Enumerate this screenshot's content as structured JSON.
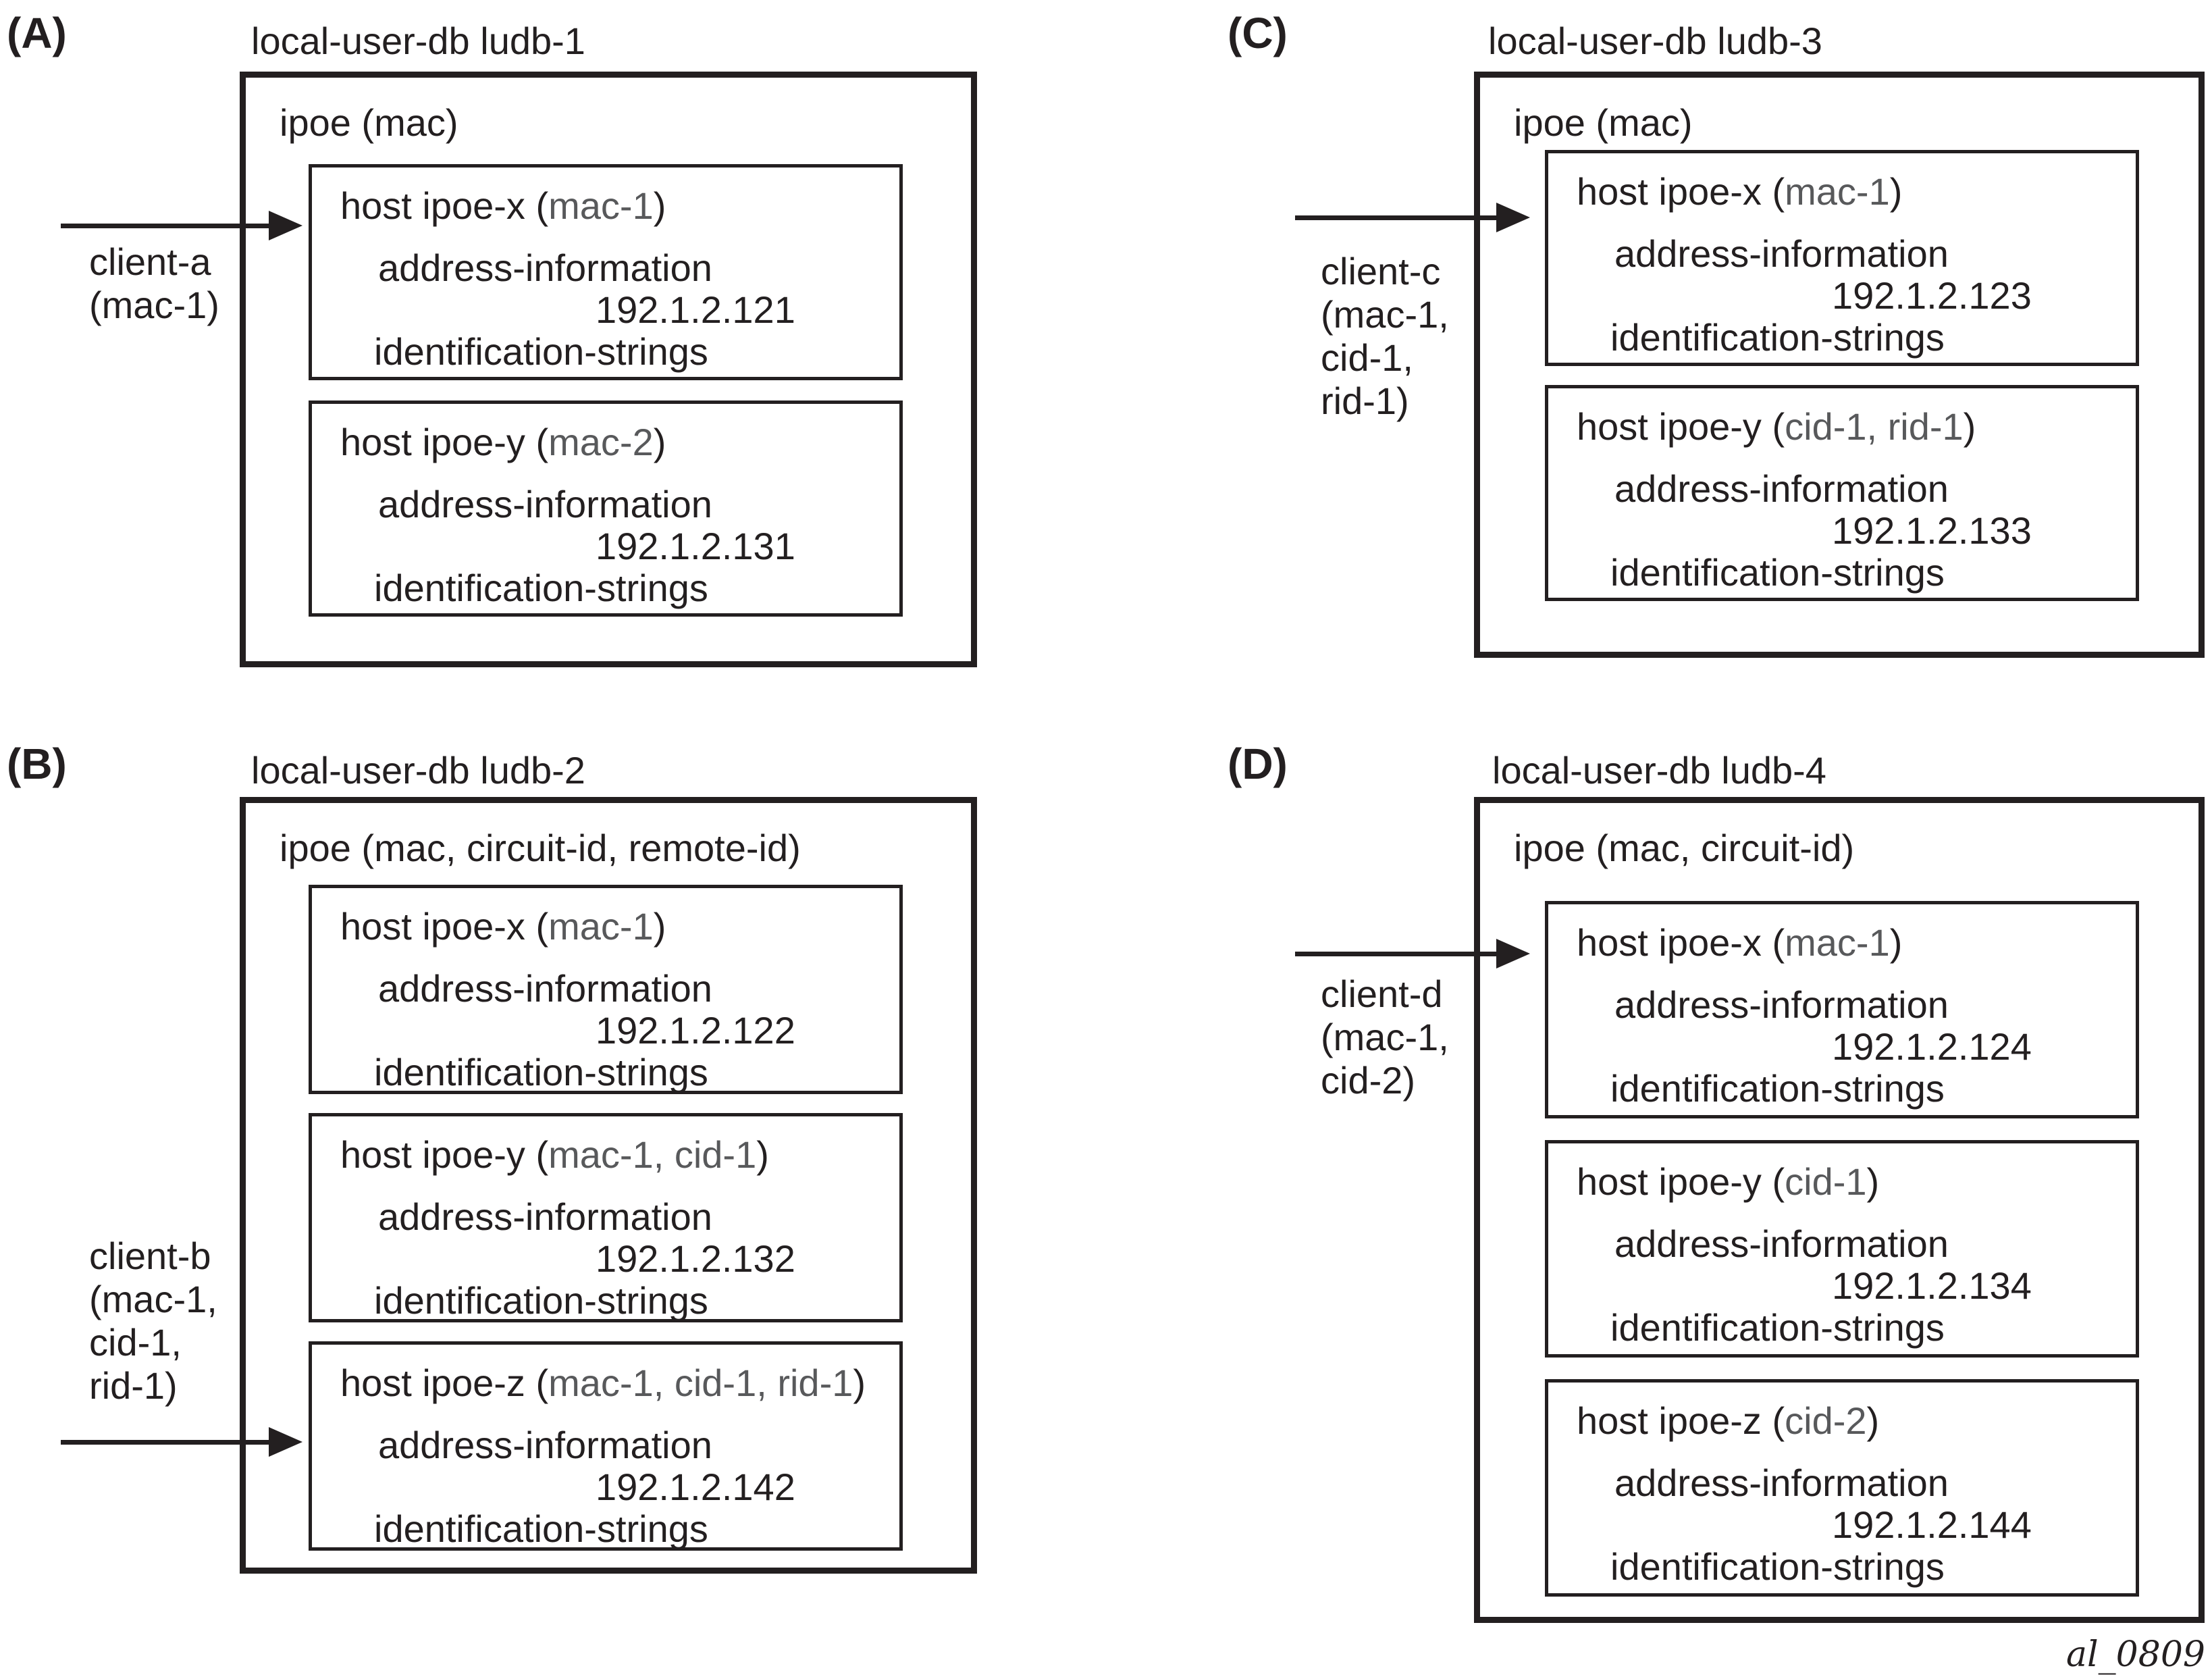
{
  "figure_code": "al_0809",
  "colors": {
    "ink": "#231f20",
    "muted": "#58595b"
  },
  "panels": [
    {
      "label": "(A)",
      "title": "local-user-db ludb-1",
      "ipoe": "ipoe (mac)",
      "client": {
        "lines": [
          "client-a",
          "(mac-1)"
        ]
      },
      "hosts": [
        {
          "prefix": "host ipoe-x (",
          "criteria": "mac-1",
          "suffix": ")",
          "addr": "address-information",
          "ip": "192.1.2.121",
          "ids": "identification-strings"
        },
        {
          "prefix": "host ipoe-y (",
          "criteria": "mac-2",
          "suffix": ")",
          "addr": "address-information",
          "ip": "192.1.2.131",
          "ids": "identification-strings"
        }
      ]
    },
    {
      "label": "(B)",
      "title": "local-user-db ludb-2",
      "ipoe": "ipoe (mac, circuit-id, remote-id)",
      "client": {
        "lines": [
          "client-b",
          "(mac-1,",
          "cid-1,",
          "rid-1)"
        ]
      },
      "hosts": [
        {
          "prefix": "host ipoe-x (",
          "criteria": "mac-1",
          "suffix": ")",
          "addr": "address-information",
          "ip": "192.1.2.122",
          "ids": "identification-strings"
        },
        {
          "prefix": "host ipoe-y (",
          "criteria": "mac-1, cid-1",
          "suffix": ")",
          "addr": "address-information",
          "ip": "192.1.2.132",
          "ids": "identification-strings"
        },
        {
          "prefix": "host ipoe-z (",
          "criteria": "mac-1, cid-1, rid-1",
          "suffix": ")",
          "addr": "address-information",
          "ip": "192.1.2.142",
          "ids": "identification-strings"
        }
      ]
    },
    {
      "label": "(C)",
      "title": "local-user-db ludb-3",
      "ipoe": "ipoe (mac)",
      "client": {
        "lines": [
          "client-c",
          "(mac-1,",
          "cid-1,",
          "rid-1)"
        ]
      },
      "hosts": [
        {
          "prefix": "host ipoe-x (",
          "criteria": "mac-1",
          "suffix": ")",
          "addr": "address-information",
          "ip": "192.1.2.123",
          "ids": "identification-strings"
        },
        {
          "prefix": "host ipoe-y (",
          "criteria": "cid-1, rid-1",
          "suffix": ")",
          "addr": "address-information",
          "ip": "192.1.2.133",
          "ids": "identification-strings"
        }
      ]
    },
    {
      "label": "(D)",
      "title": "local-user-db ludb-4",
      "ipoe": "ipoe (mac, circuit-id)",
      "client": {
        "lines": [
          "client-d",
          "(mac-1,",
          "cid-2)"
        ]
      },
      "hosts": [
        {
          "prefix": "host ipoe-x (",
          "criteria": "mac-1",
          "suffix": ")",
          "addr": "address-information",
          "ip": "192.1.2.124",
          "ids": "identification-strings"
        },
        {
          "prefix": "host ipoe-y (",
          "criteria": "cid-1",
          "suffix": ")",
          "addr": "address-information",
          "ip": "192.1.2.134",
          "ids": "identification-strings"
        },
        {
          "prefix": "host ipoe-z (",
          "criteria": "cid-2",
          "suffix": ")",
          "addr": "address-information",
          "ip": "192.1.2.144",
          "ids": "identification-strings"
        }
      ]
    }
  ]
}
